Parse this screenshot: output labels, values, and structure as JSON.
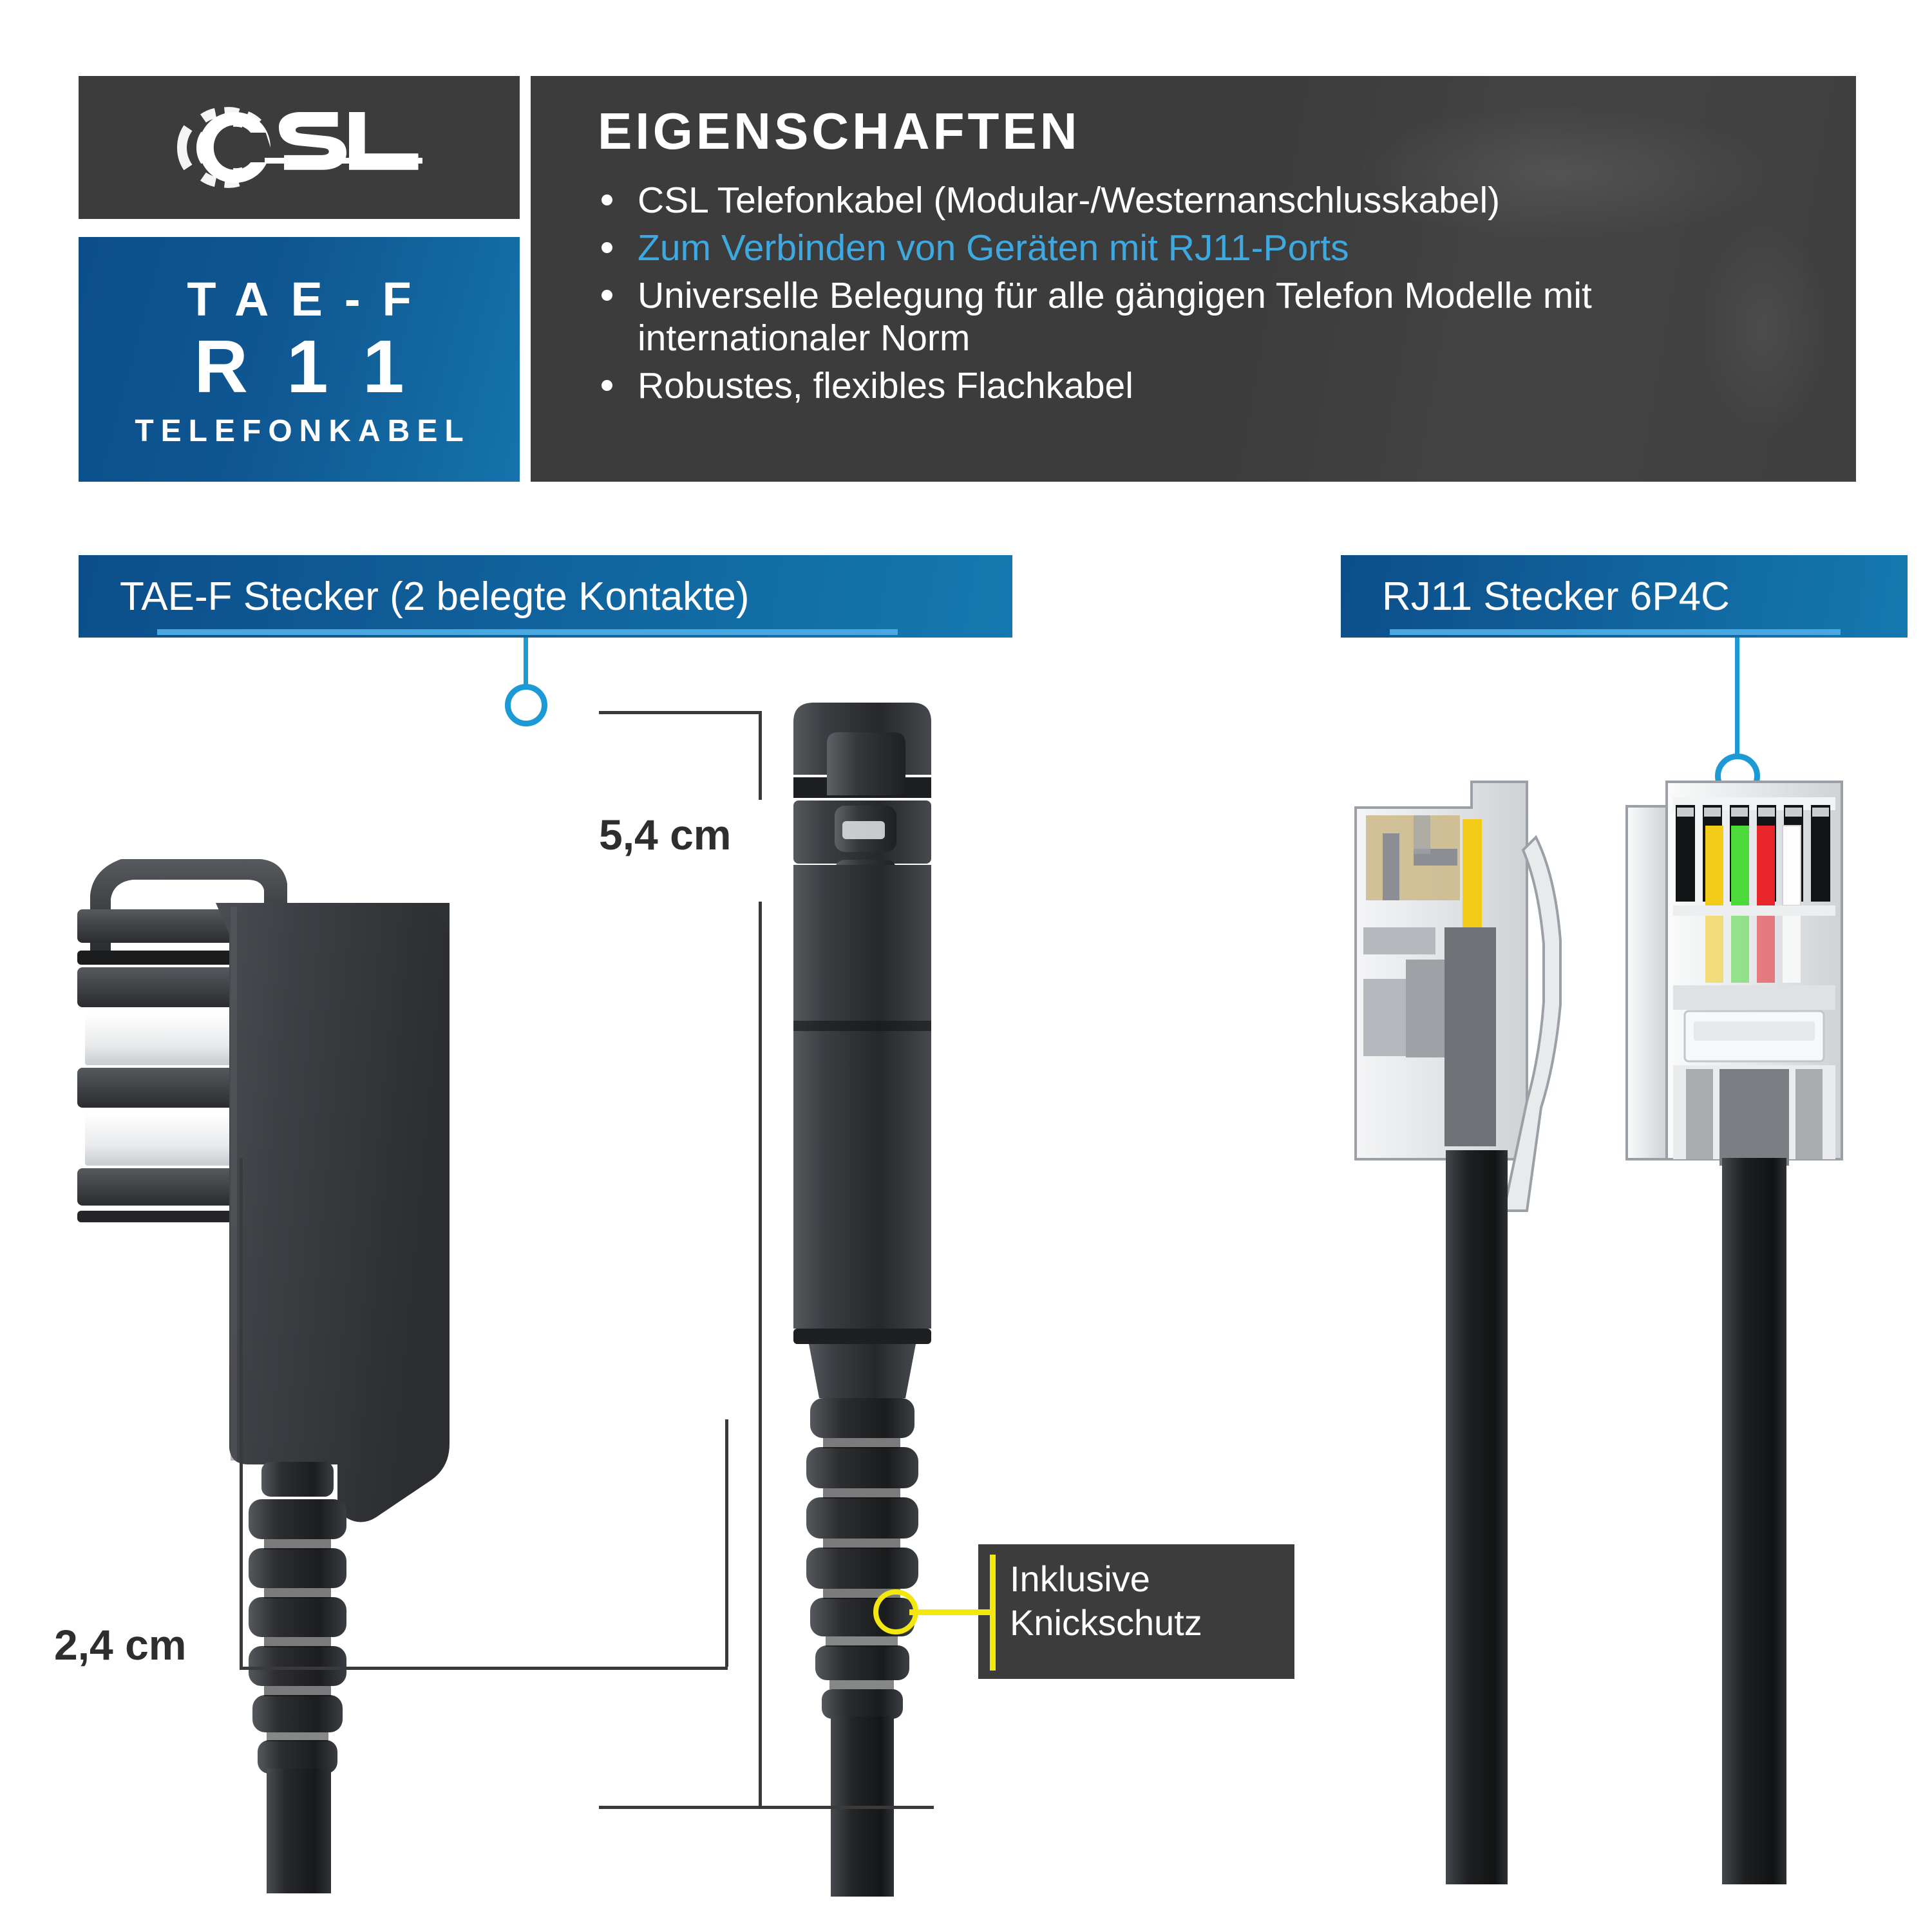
{
  "brand": {
    "logo_name": "CSL",
    "logo_icon": "csl-circular-logo"
  },
  "badge": {
    "line1": "TAE-F",
    "line2": "R11",
    "line3": "TELEFONKABEL"
  },
  "features": {
    "title": "EIGENSCHAFTEN",
    "items": [
      {
        "text": "CSL Telefonkabel (Modular-/Westernanschlusskabel)",
        "accent": false
      },
      {
        "text": "Zum Verbinden von Geräten mit RJ11-Ports",
        "accent": true
      },
      {
        "text": "Universelle Belegung für alle gängigen Telefon Modelle mit internationaler Norm",
        "accent": false
      },
      {
        "text": "Robustes, flexibles Flachkabel",
        "accent": false
      }
    ]
  },
  "sections": {
    "left_header": "TAE-F Stecker (2 belegte Kontakte)",
    "right_header": "RJ11 Stecker 6P4C"
  },
  "dimensions": {
    "height_label": "5,4 cm",
    "width_label": "2,4 cm"
  },
  "callout": {
    "line1": "Inklusive",
    "line2": "Knickschutz"
  },
  "colors": {
    "panel_dark": "#3c3c3c",
    "accent_blue": "#3ea8e0",
    "badge_blue_dark": "#0b4e8a",
    "badge_blue_light": "#1573ab",
    "header_underline": "#4aa8e0",
    "callout_yellow": "#f3e70d",
    "leader_blue": "#1b9ad6",
    "dimension_gray": "#3a3a3a",
    "background": "#ffffff"
  }
}
